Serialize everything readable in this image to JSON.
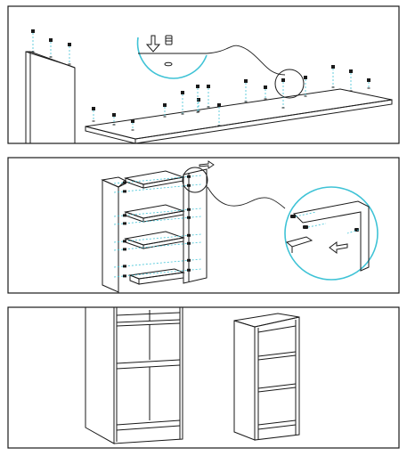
{
  "colors": {
    "line": "#1a1a1a",
    "accent": "#3fc3d6",
    "background": "#ffffff"
  },
  "panels": [
    {
      "name": "step-1-insert-cam-bolts",
      "icons": [
        "down-arrow-icon",
        "cam-bolt-icon",
        "magnifier-circle-icon",
        "screw-icon"
      ]
    },
    {
      "name": "step-2-attach-shelves-and-side",
      "icons": [
        "magnifier-circle-icon",
        "arrow-right-icon"
      ]
    },
    {
      "name": "step-3-finished-bookcase",
      "icons": []
    }
  ]
}
